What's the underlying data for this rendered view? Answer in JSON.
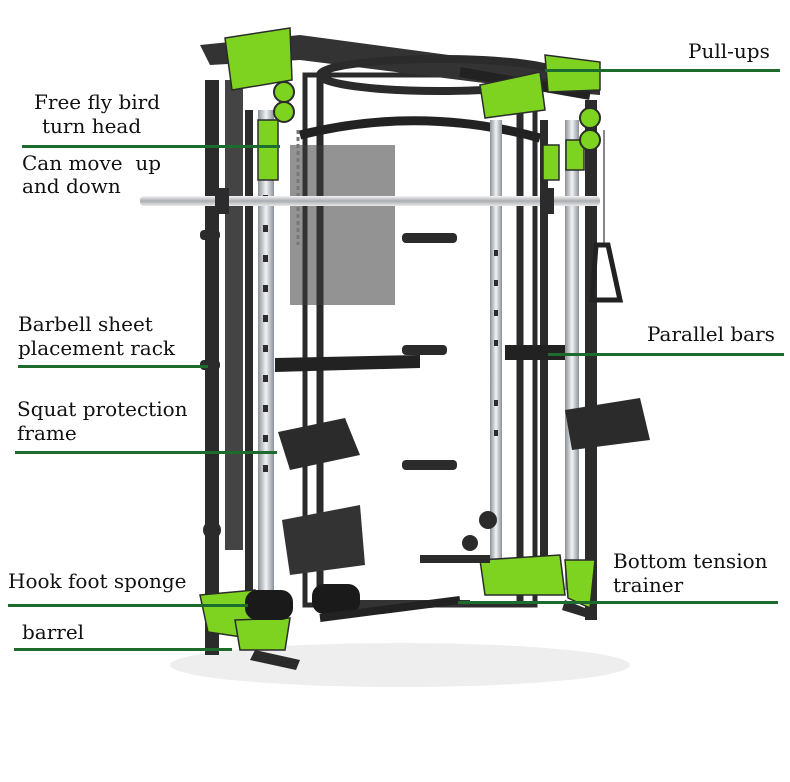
{
  "labels": {
    "pull_ups": "Pull-ups",
    "free_fly_bird_1": "Free fly bird",
    "free_fly_bird_2": "turn head",
    "can_move_1": "Can move  up",
    "can_move_2": "and down",
    "barbell_rack_1": "Barbell sheet",
    "barbell_rack_2": "placement rack",
    "parallel_bars": "Parallel bars",
    "squat_frame_1": "Squat protection",
    "squat_frame_2": "frame",
    "bottom_tension_1": "Bottom tension",
    "bottom_tension_2": "trainer",
    "hook_foot": "Hook foot sponge",
    "barrel": "barrel"
  },
  "colors": {
    "leader_line": "#1e6b2e",
    "accent_green": "#7ed321",
    "frame_dark": "#2b2b2b",
    "chrome": "#c9cdd1"
  }
}
